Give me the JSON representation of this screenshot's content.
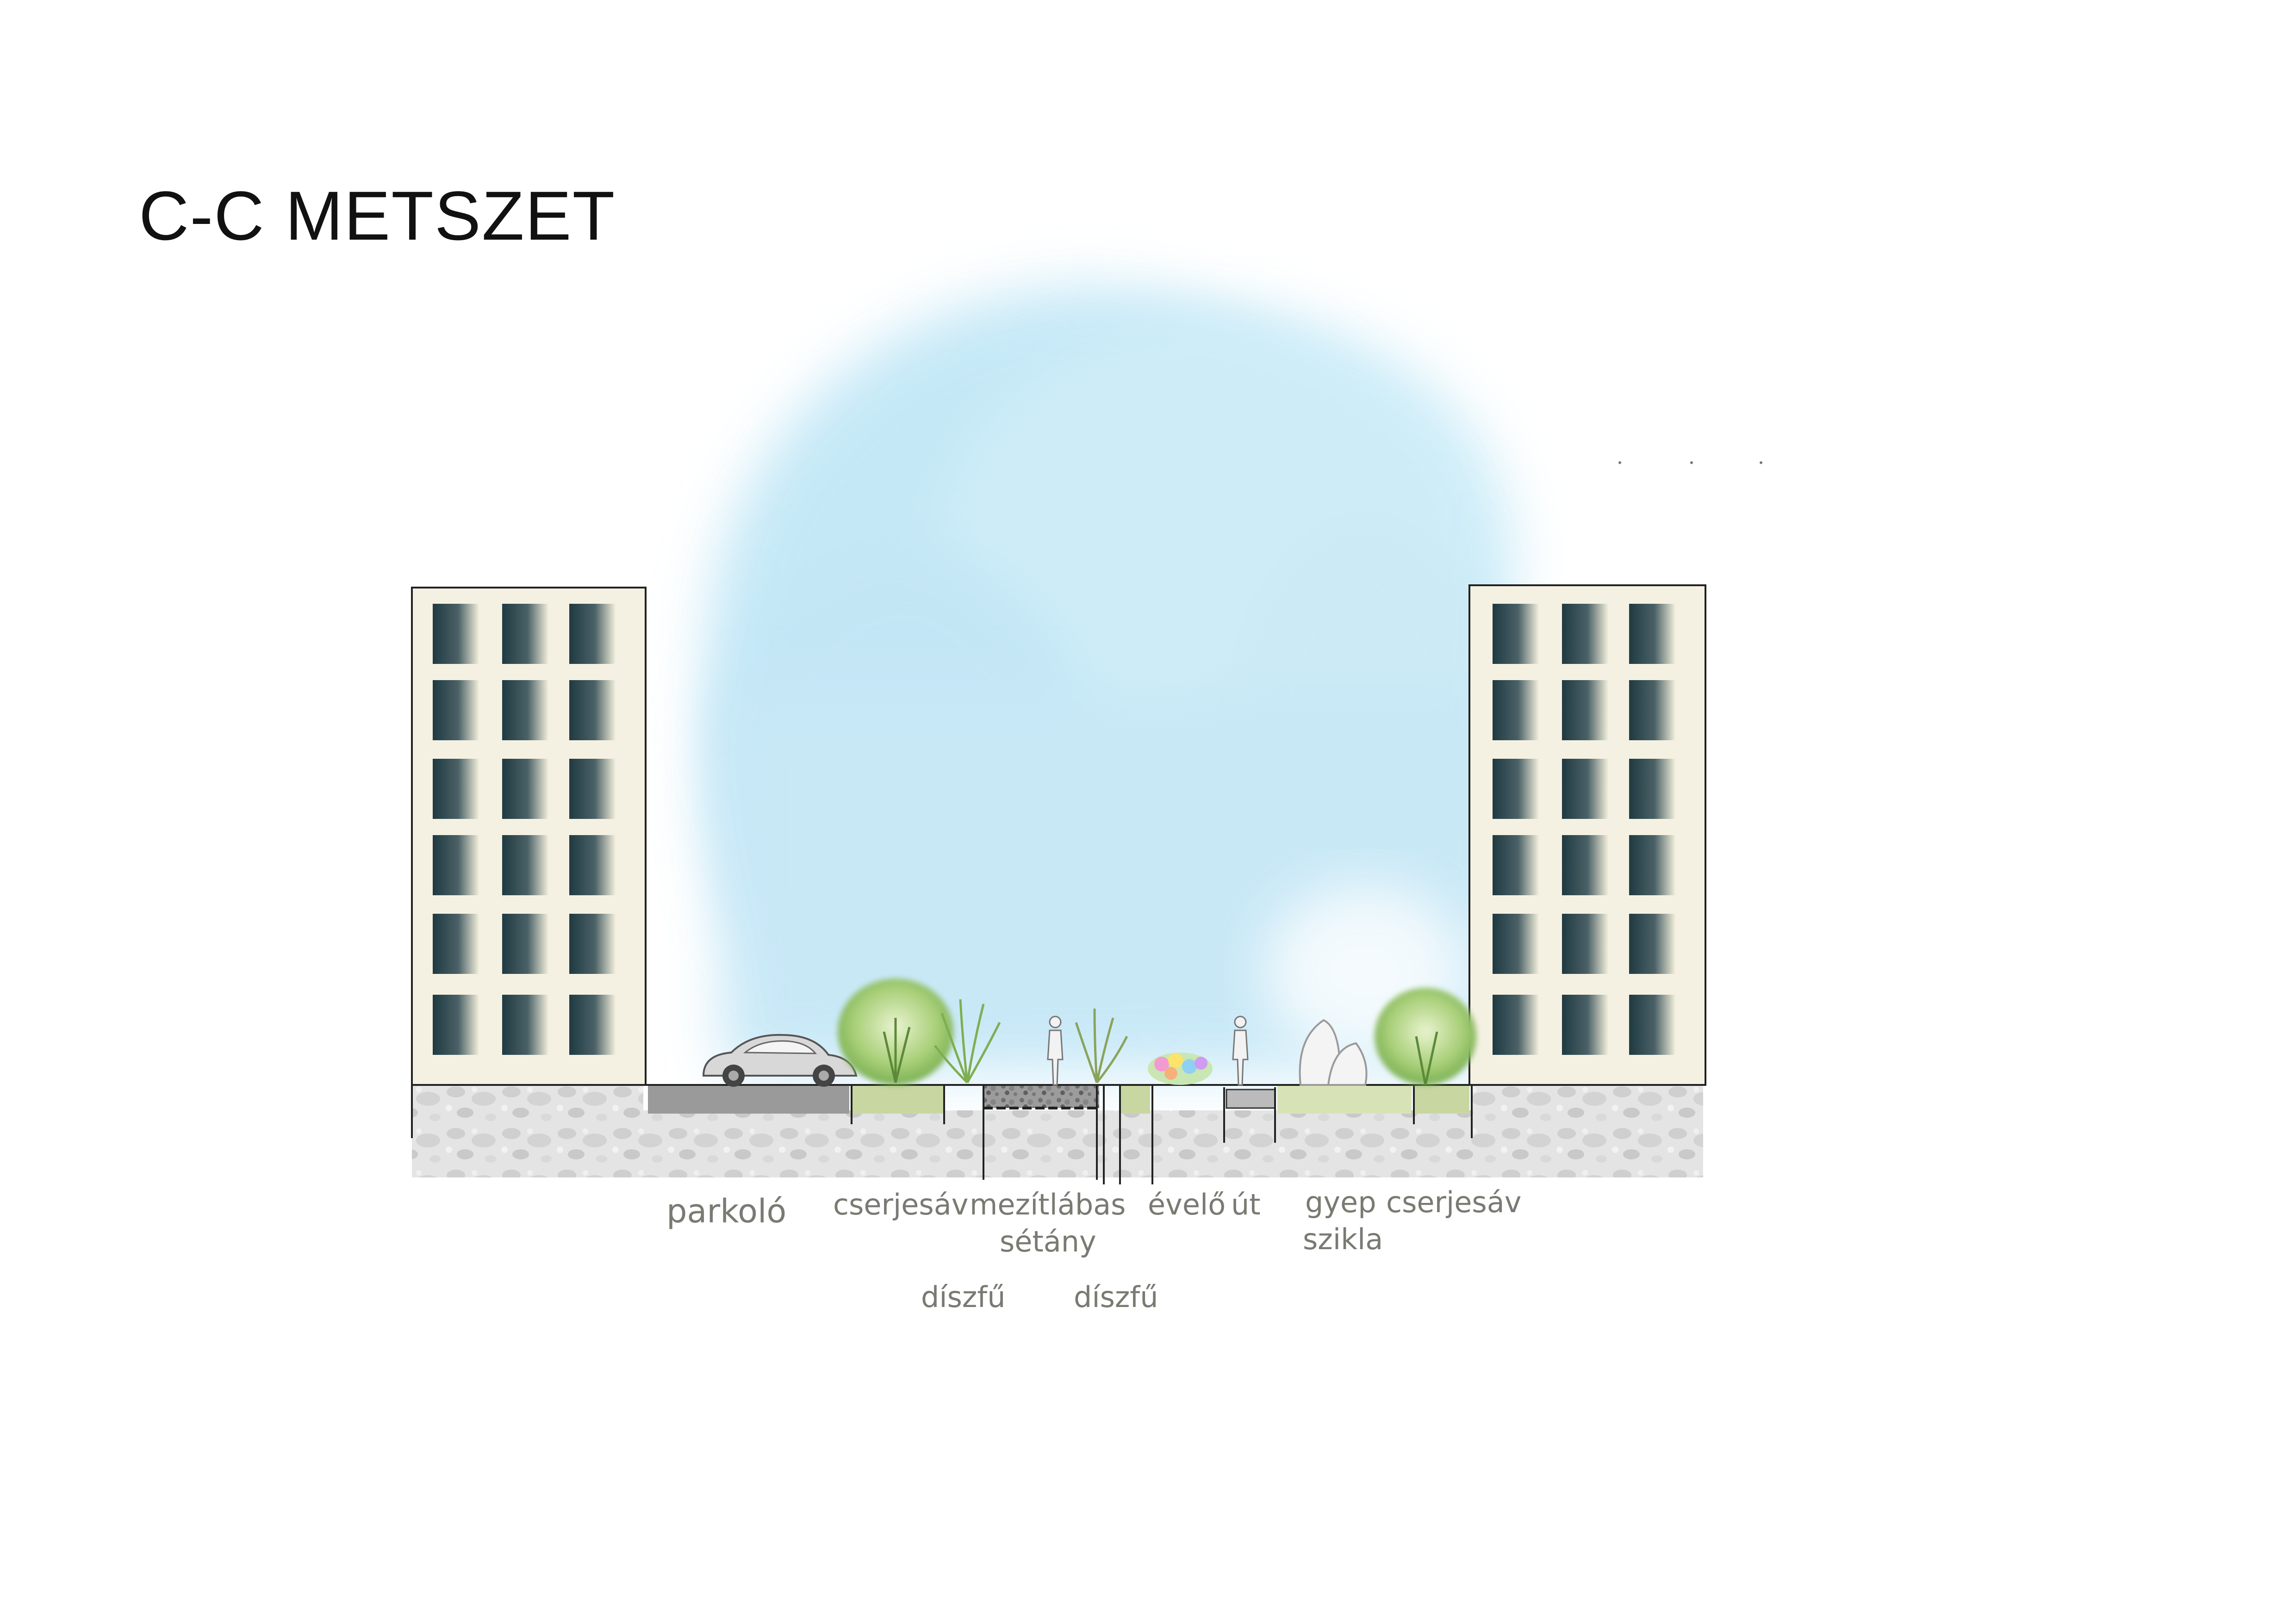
{
  "title": "C-C METSZET",
  "colors": {
    "sky": "#bfe6f6",
    "facade": "#f5f1e2",
    "window_dark": "#223c44",
    "soil": "#d8d8d8",
    "paving": "#9a9a9a",
    "shrub_band": "#c8d7a1",
    "foliage": "#8fbf5e"
  },
  "labels": {
    "parkolo": "parkoló",
    "cserjesav_1": "cserjesáv",
    "mezitlabas": "mezítlábas",
    "setany": "sétány",
    "evelo": "évelő",
    "ut": "út",
    "gyep": "gyep",
    "szikla": "szikla",
    "cserjesav_2": "cserjesáv",
    "diszfu_1": "díszfű",
    "diszfu_2": "díszfű"
  }
}
